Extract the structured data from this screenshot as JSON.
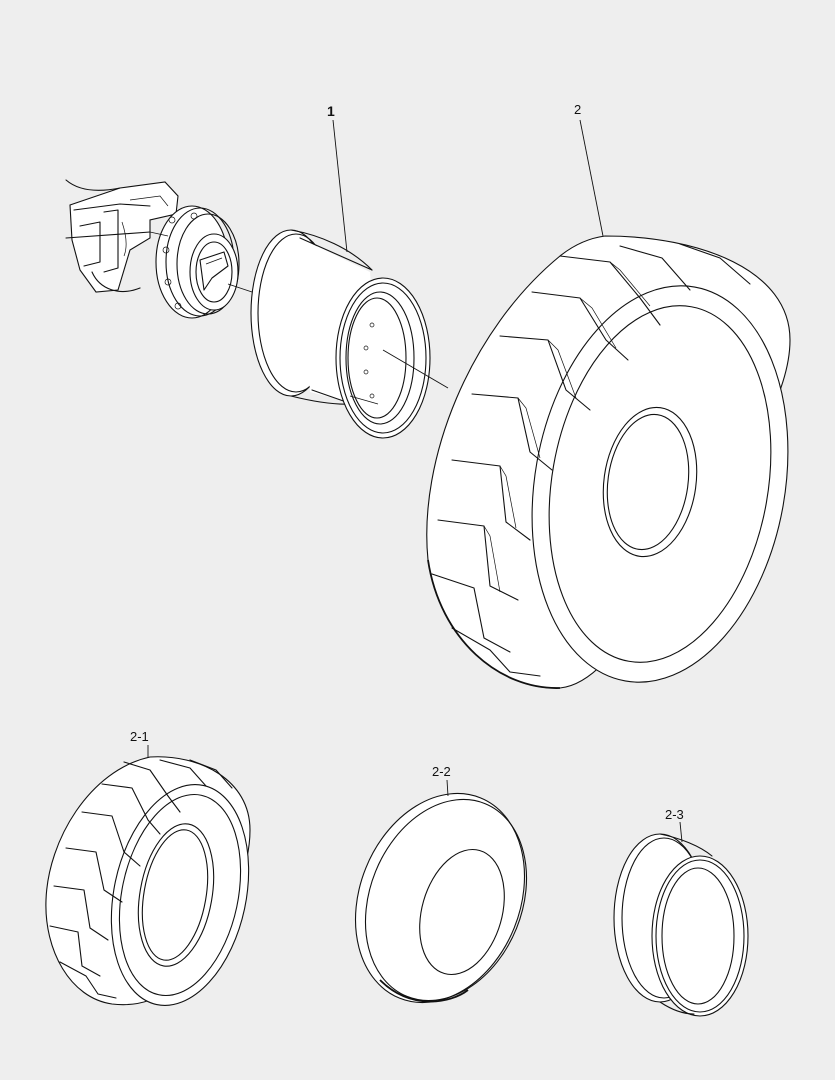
{
  "callouts": {
    "part_1": "1",
    "part_2": "2",
    "part_2_1": "2-1",
    "part_2_2": "2-2",
    "part_2_3": "2-3"
  },
  "colors": {
    "background": "#eeeeee",
    "line": "#111111",
    "part_fill": "#ffffff"
  }
}
